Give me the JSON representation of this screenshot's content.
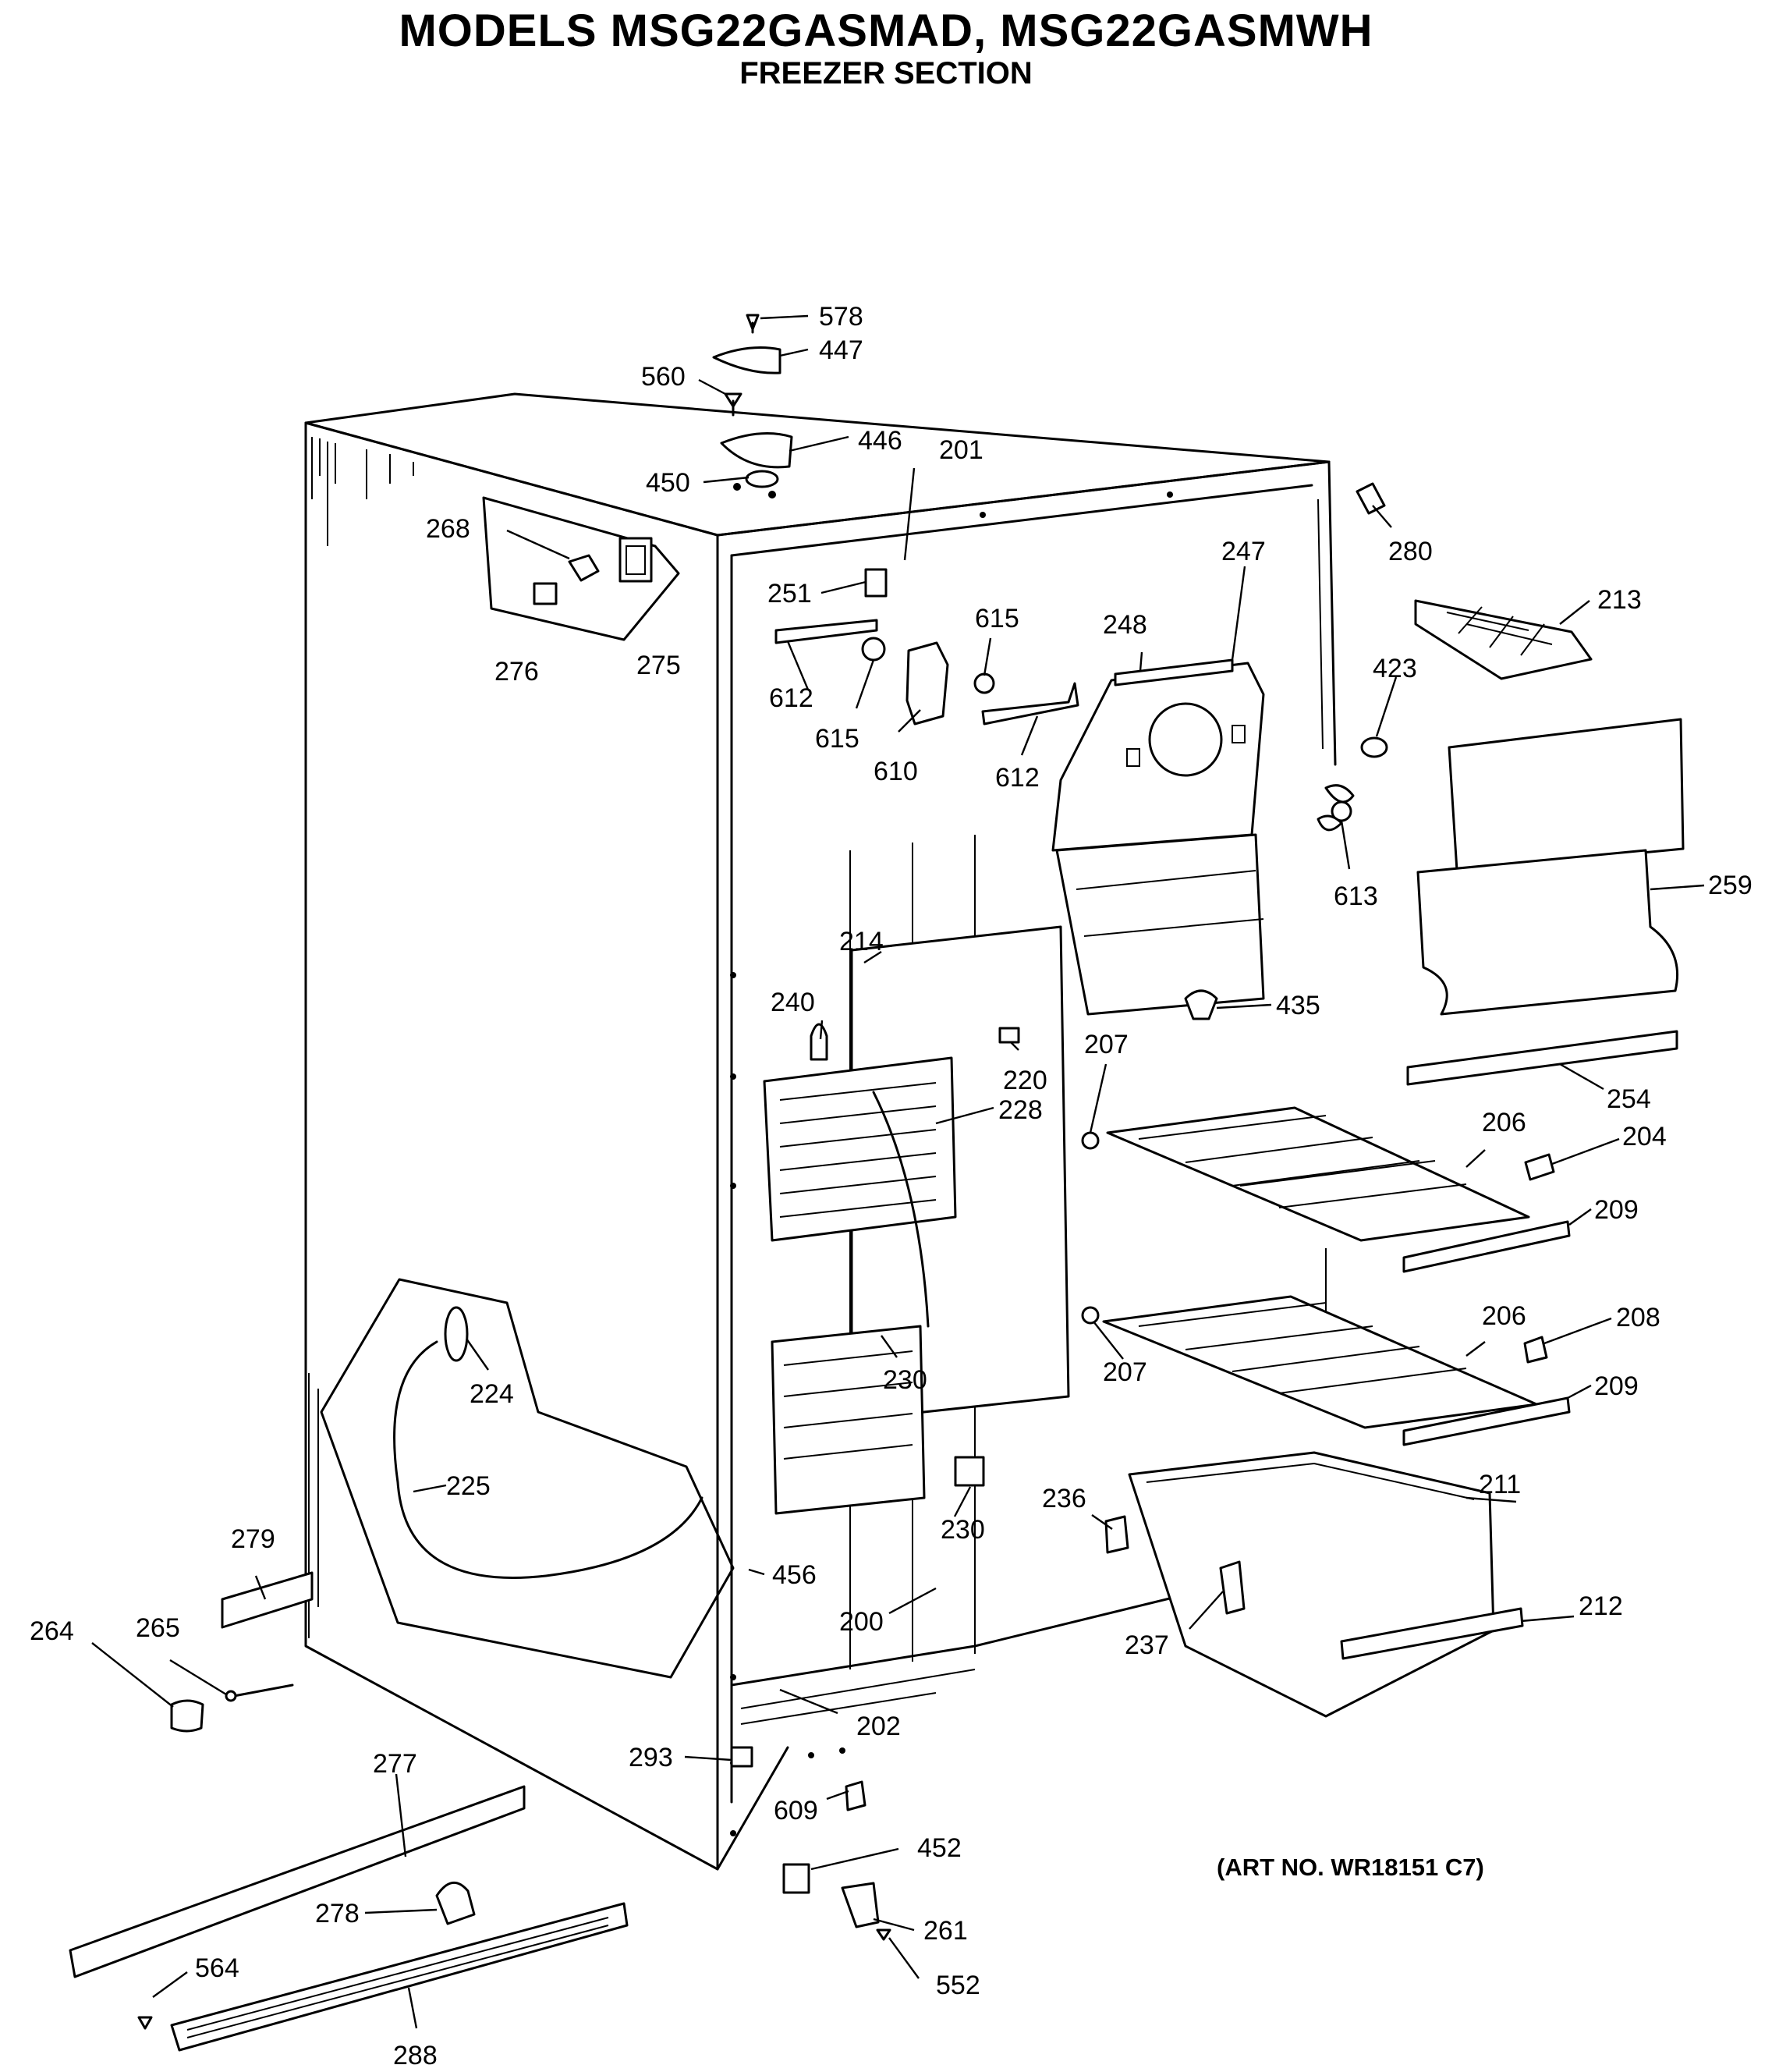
{
  "header": {
    "title": "MODELS MSG22GASMAD, MSG22GASMWH",
    "subtitle": "FREEZER SECTION"
  },
  "art_number": "(ART NO. WR18151 C7)",
  "parts": [
    {
      "id": "p578",
      "number": "578"
    },
    {
      "id": "p447",
      "number": "447"
    },
    {
      "id": "p560",
      "number": "560"
    },
    {
      "id": "p446",
      "number": "446"
    },
    {
      "id": "p450",
      "number": "450"
    },
    {
      "id": "p201",
      "number": "201"
    },
    {
      "id": "p280",
      "number": "280"
    },
    {
      "id": "p268",
      "number": "268"
    },
    {
      "id": "p251",
      "number": "251"
    },
    {
      "id": "p247",
      "number": "247"
    },
    {
      "id": "p213",
      "number": "213"
    },
    {
      "id": "p615a",
      "number": "615"
    },
    {
      "id": "p248",
      "number": "248"
    },
    {
      "id": "p276",
      "number": "276"
    },
    {
      "id": "p275",
      "number": "275"
    },
    {
      "id": "p612a",
      "number": "612"
    },
    {
      "id": "p615b",
      "number": "615"
    },
    {
      "id": "p423",
      "number": "423"
    },
    {
      "id": "p610",
      "number": "610"
    },
    {
      "id": "p612b",
      "number": "612"
    },
    {
      "id": "p259",
      "number": "259"
    },
    {
      "id": "p613",
      "number": "613"
    },
    {
      "id": "p214",
      "number": "214"
    },
    {
      "id": "p240",
      "number": "240"
    },
    {
      "id": "p435",
      "number": "435"
    },
    {
      "id": "p207a",
      "number": "207"
    },
    {
      "id": "p220",
      "number": "220"
    },
    {
      "id": "p228",
      "number": "228"
    },
    {
      "id": "p254",
      "number": "254"
    },
    {
      "id": "p206a",
      "number": "206"
    },
    {
      "id": "p204",
      "number": "204"
    },
    {
      "id": "p209a",
      "number": "209"
    },
    {
      "id": "p206b",
      "number": "206"
    },
    {
      "id": "p208",
      "number": "208"
    },
    {
      "id": "p224",
      "number": "224"
    },
    {
      "id": "p207b",
      "number": "207"
    },
    {
      "id": "p230a",
      "number": "230"
    },
    {
      "id": "p209b",
      "number": "209"
    },
    {
      "id": "p225",
      "number": "225"
    },
    {
      "id": "p211",
      "number": "211"
    },
    {
      "id": "p236",
      "number": "236"
    },
    {
      "id": "p230b",
      "number": "230"
    },
    {
      "id": "p279",
      "number": "279"
    },
    {
      "id": "p456",
      "number": "456"
    },
    {
      "id": "p212",
      "number": "212"
    },
    {
      "id": "p264",
      "number": "264"
    },
    {
      "id": "p265",
      "number": "265"
    },
    {
      "id": "p200",
      "number": "200"
    },
    {
      "id": "p237",
      "number": "237"
    },
    {
      "id": "p202",
      "number": "202"
    },
    {
      "id": "p293",
      "number": "293"
    },
    {
      "id": "p277",
      "number": "277"
    },
    {
      "id": "p609",
      "number": "609"
    },
    {
      "id": "p452",
      "number": "452"
    },
    {
      "id": "p278",
      "number": "278"
    },
    {
      "id": "p261",
      "number": "261"
    },
    {
      "id": "p564",
      "number": "564"
    },
    {
      "id": "p552",
      "number": "552"
    },
    {
      "id": "p288",
      "number": "288"
    }
  ]
}
